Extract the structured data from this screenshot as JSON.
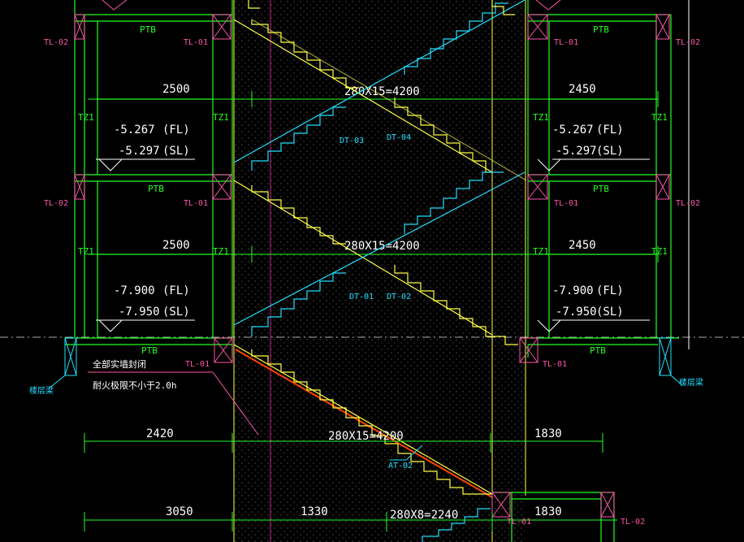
{
  "colors": {
    "background": "#000000",
    "wall": "#22ff22",
    "stair": "#ffff44",
    "stair_alt": "#22e0ff",
    "pink": "#ff55aa",
    "dims": "#22ff22",
    "text": "#ffffff",
    "highlight": "#ff4400",
    "shaft_dots": "#555555"
  },
  "labels": {
    "ptb": "PTB",
    "tz1": "TZ1",
    "tl01": "TL-01",
    "tl02": "TL-02",
    "fl": "(FL)",
    "sl": "(SL)",
    "grade_tag": "楼层梁"
  },
  "flight_top": {
    "spec": "280X15=4200",
    "left_width": "2500",
    "right_width": "2450",
    "fl_left": "-5.267",
    "sl_left": "-5.297",
    "fl_right": "-5.267",
    "sl_right": "-5.297",
    "dt_a": "DT-03",
    "dt_b": "DT-04"
  },
  "flight_mid": {
    "spec": "280X15=4200",
    "left_width": "2500",
    "right_width": "2450",
    "fl_left": "-7.900",
    "sl_left": "-7.950",
    "fl_right": "-7.900",
    "sl_right": "-7.950",
    "dt_a": "DT-01",
    "dt_b": "DT-02"
  },
  "note": {
    "line1": "全部实墙封闭",
    "line2": "耐火极限不小于2.0h"
  },
  "flight_low": {
    "spec": "280X15=4200",
    "left_dim": "2420",
    "right_dim": "1830",
    "at": "AT-02"
  },
  "flight_bottom": {
    "left_dim": "3050",
    "mid_dim": "1330",
    "spec": "280X8=2240",
    "right_dim": "1830"
  }
}
